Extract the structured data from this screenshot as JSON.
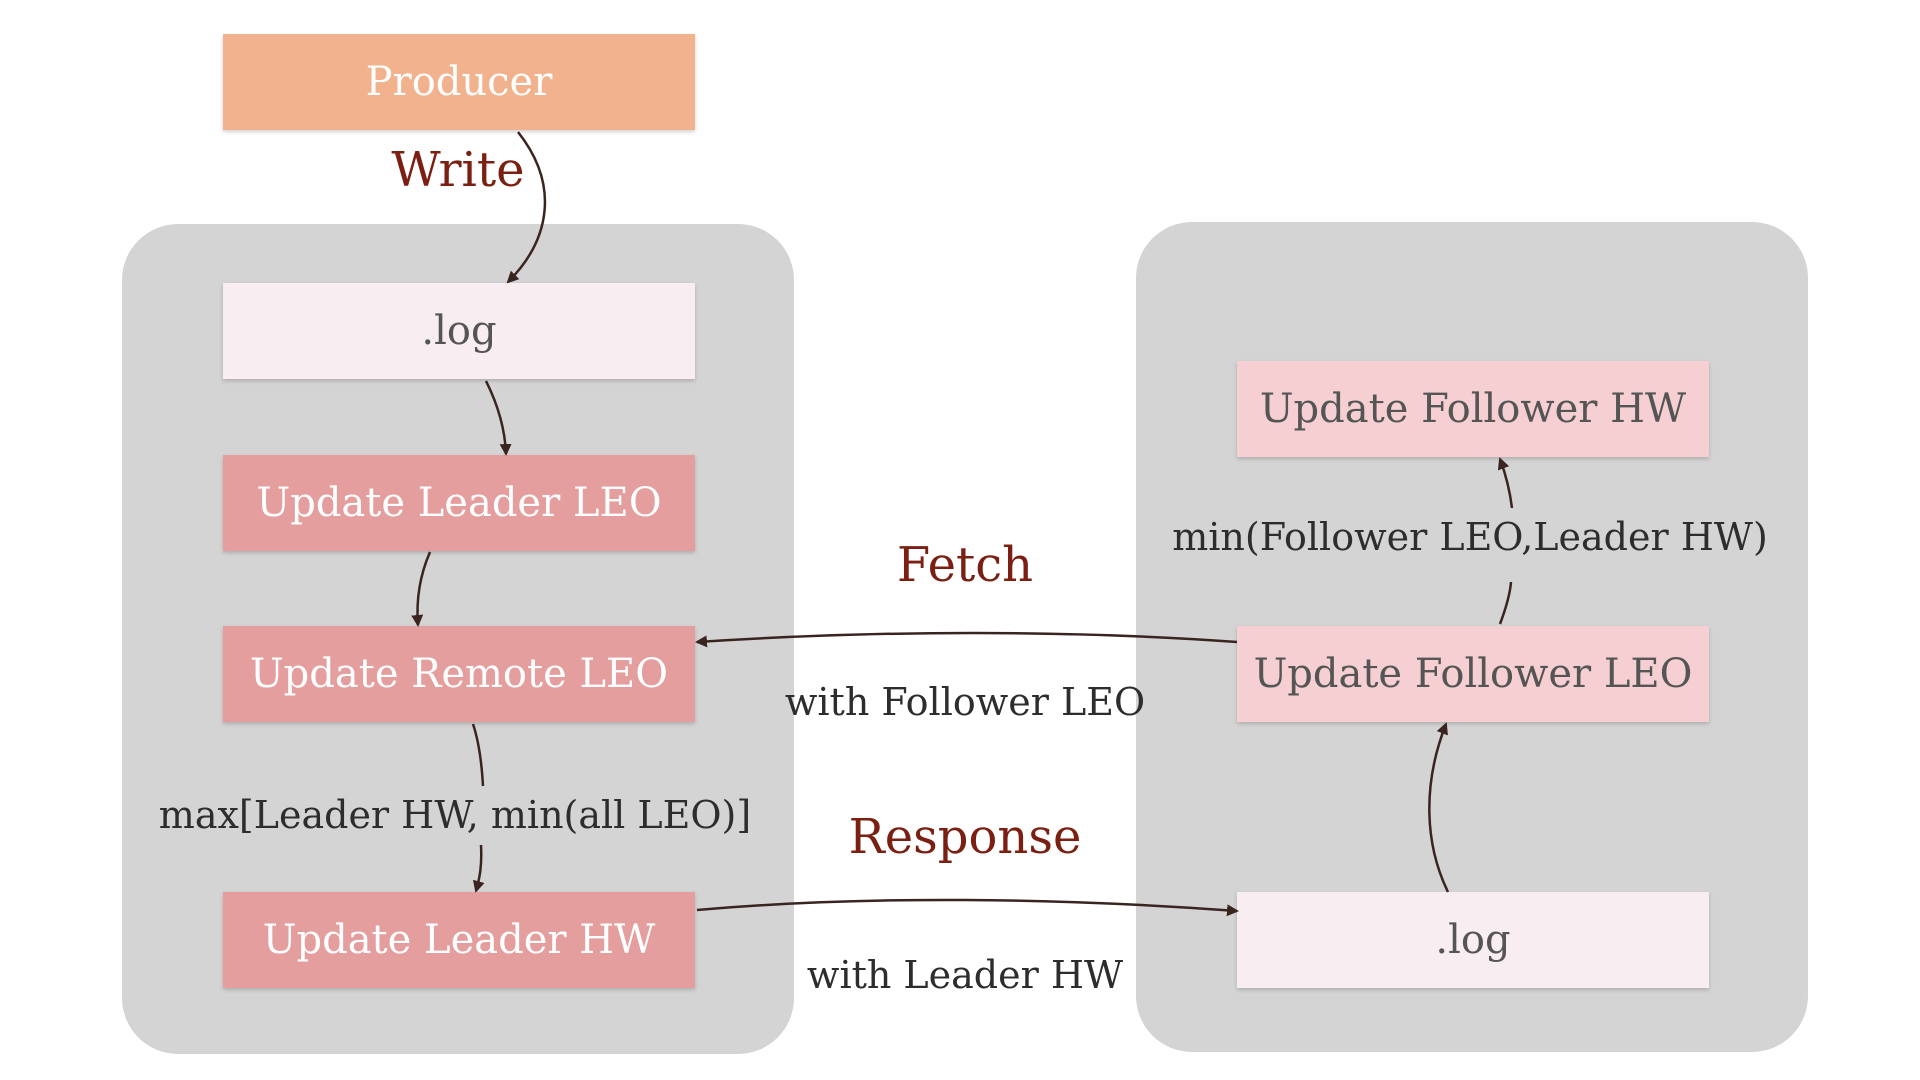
{
  "leader": {
    "producer": "Producer",
    "log": ".log",
    "update_leader_leo": "Update Leader LEO",
    "update_remote_leo": "Update Remote LEO",
    "update_leader_hw": "Update Leader HW",
    "hw_formula": "max[Leader HW, min(all LEO)]",
    "write_label": "Write"
  },
  "follower": {
    "update_follower_hw": "Update Follower HW",
    "hw_formula": "min(Follower LEO,Leader HW)",
    "update_follower_leo": "Update Follower LEO",
    "log": ".log"
  },
  "exchange": {
    "fetch": "Fetch",
    "fetch_detail": "with Follower LEO",
    "response": "Response",
    "response_detail": "with Leader HW"
  },
  "colors": {
    "panel": "#d4d4d4",
    "producer": "#f1b28d",
    "log": "#f8edf0",
    "leader_step": "#e59e9e",
    "follower_step": "#f5cfd2",
    "accent_text": "#7b1f12",
    "arrow": "#3a2420"
  }
}
